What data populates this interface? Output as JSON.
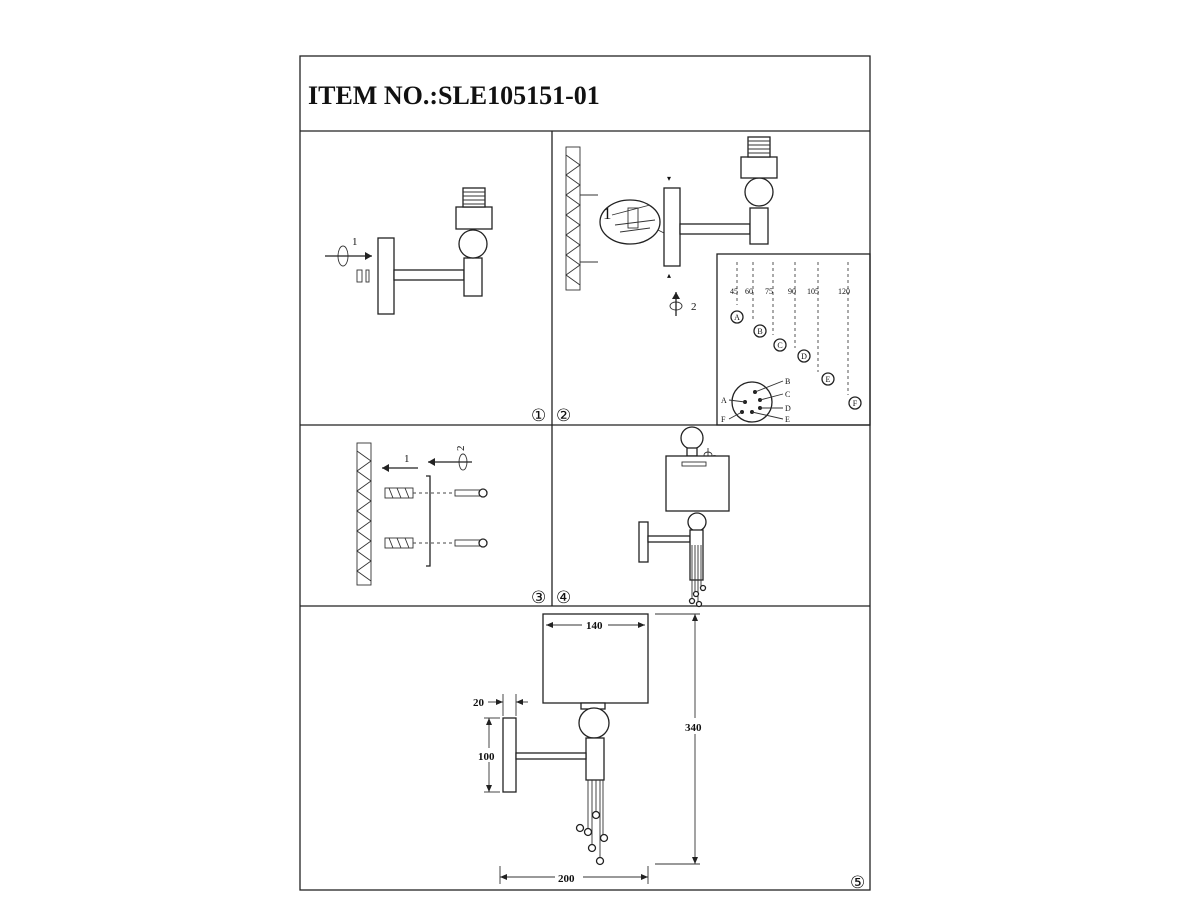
{
  "header": {
    "title": "ITEM NO.:SLE105151-01"
  },
  "steps": [
    {
      "id": "step-1",
      "label": "①"
    },
    {
      "id": "step-2",
      "label": "②"
    },
    {
      "id": "step-3",
      "label": "③"
    },
    {
      "id": "step-4",
      "label": "④"
    },
    {
      "id": "step-5",
      "label": "⑤"
    }
  ],
  "callouts": {
    "arrow_1": "1",
    "arrow_2": "2",
    "detail_1": "1",
    "screw_2": "2",
    "bulb_2": "2"
  },
  "strand_chart": {
    "lengths": [
      "45",
      "60",
      "75",
      "90",
      "105",
      "120"
    ],
    "letters": [
      "A",
      "B",
      "C",
      "D",
      "E",
      "F"
    ]
  },
  "rosette": {
    "letters": [
      "A",
      "B",
      "C",
      "D",
      "E",
      "F"
    ]
  },
  "dimensions": {
    "shade_width": "140",
    "total_height": "340",
    "plate_depth": "20",
    "plate_height": "100",
    "projection": "200"
  }
}
